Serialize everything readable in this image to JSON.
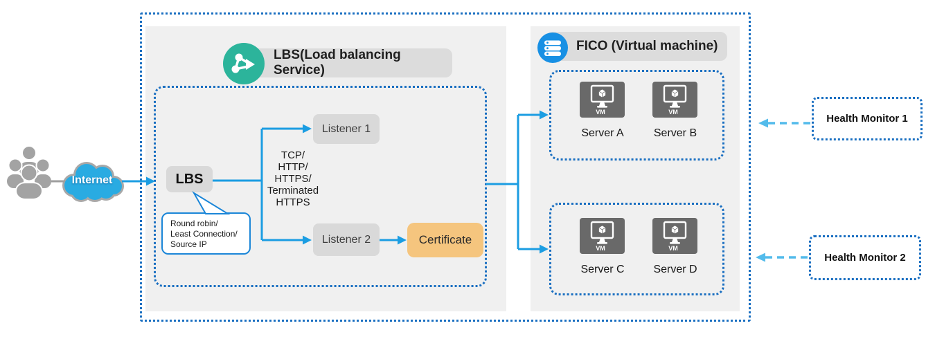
{
  "diagram": {
    "actors": {
      "internet_label": "Internet"
    },
    "lbs_section": {
      "title": "LBS(Load balancing Service)",
      "lbs_node": "LBS",
      "callout_lines": [
        "Round robin/",
        "Least Connection/",
        "Source IP"
      ],
      "listener1": "Listener 1",
      "listener2": "Listener 2",
      "protocols": [
        "TCP/",
        "HTTP/",
        "HTTPS/",
        "Terminated",
        "HTTPS"
      ],
      "certificate": "Certificate"
    },
    "fico_section": {
      "title": "FICO (Virtual machine)",
      "vm_label": "VM",
      "servers": [
        "Server A",
        "Server B",
        "Server C",
        "Server D"
      ]
    },
    "monitors": {
      "monitor1": "Health Monitor 1",
      "monitor2": "Health Monitor 2"
    },
    "colors": {
      "dotted_border": "#1a6fc1",
      "flow_line": "#1b9de2",
      "monitor_arrow": "#53bbeb",
      "panel_gray": "#f0f0f0",
      "node_gray": "#d9d9d9",
      "certificate_orange": "#f5c57e",
      "lbs_icon_teal": "#2cb49b",
      "fico_icon_blue": "#1890e4",
      "cloud_blue": "#29abe2",
      "vm_box_gray": "#696969",
      "users_gray": "#a3a3a3"
    }
  }
}
